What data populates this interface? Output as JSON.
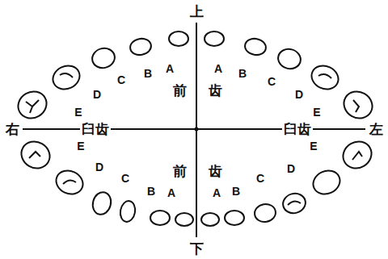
{
  "diagram": {
    "labels": [
      "上",
      "右",
      "臼齿",
      "臼齿",
      "左",
      "下",
      "前",
      "齿",
      "前",
      "齿",
      "E",
      "D",
      "C",
      "B",
      "A",
      "A",
      "B",
      "C",
      "D",
      "E",
      "E",
      "D",
      "C",
      "B",
      "A",
      "A",
      "B",
      "C",
      "D",
      "E"
    ]
  }
}
